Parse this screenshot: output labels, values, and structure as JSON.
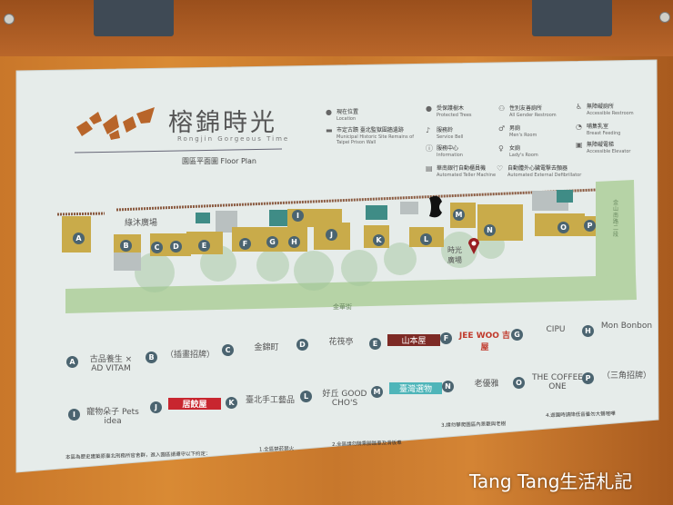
{
  "sign": {
    "title": "榕錦時光",
    "subtitle": "Rongjin Gorgeous Time",
    "floor_plan": "園區平面圖 Floor Plan",
    "legend": [
      {
        "icon": "location-pin-icon",
        "zh": "現在位置",
        "en": "Location"
      },
      {
        "icon": "wall-icon",
        "zh": "市定古蹟 臺北監獄圍牆遺跡",
        "en": "Municipal Historic Site Remains of Taipei Prison Wall"
      },
      {
        "icon": "tree-icon",
        "zh": "受保護樹木",
        "en": "Protected Trees"
      },
      {
        "icon": "bell-icon",
        "zh": "服務鈴",
        "en": "Service Bell"
      },
      {
        "icon": "info-icon",
        "zh": "服務中心",
        "en": "Information"
      },
      {
        "icon": "gender-restroom-icon",
        "zh": "性別友善廁所",
        "en": "All Gender Restroom"
      },
      {
        "icon": "men-icon",
        "zh": "男廁",
        "en": "Men's Room"
      },
      {
        "icon": "women-icon",
        "zh": "女廁",
        "en": "Lady's Room"
      },
      {
        "icon": "accessible-restroom-icon",
        "zh": "無障礙廁所",
        "en": "Accessible Restroom"
      },
      {
        "icon": "breastfeeding-icon",
        "zh": "哺集乳室",
        "en": "Breast Feeding"
      },
      {
        "icon": "elevator-icon",
        "zh": "無障礙電梯",
        "en": "Accessible Elevator"
      },
      {
        "icon": "atm-icon",
        "zh": "華南銀行自動櫃員機",
        "en": "Automated Teller Machine"
      },
      {
        "icon": "aed-icon",
        "zh": "自動體外心臟電擊去顫器",
        "en": "Automated External Defibrillator"
      }
    ],
    "map": {
      "plaza_west": "綠沐廣場",
      "plaza_time": "時光廣場",
      "street_south": "金華街",
      "street_east": "金山南路二段",
      "buildings": [
        "A",
        "B",
        "C",
        "D",
        "E",
        "F",
        "G",
        "H",
        "I",
        "J",
        "K",
        "L",
        "M",
        "N",
        "O",
        "P"
      ]
    },
    "shops": [
      {
        "letter": "A",
        "name": "古品養生 × AD VITAM"
      },
      {
        "letter": "B",
        "name": "（插畫招牌）"
      },
      {
        "letter": "C",
        "name": "金錦町"
      },
      {
        "letter": "D",
        "name": "花筏亭"
      },
      {
        "letter": "E",
        "name": "山本屋"
      },
      {
        "letter": "F",
        "name": "JEE WOO 吉屋"
      },
      {
        "letter": "G",
        "name": "CIPU"
      },
      {
        "letter": "H",
        "name": "Mon Bonbon"
      },
      {
        "letter": "I",
        "name": "寵物朵子 Pets idea"
      },
      {
        "letter": "J",
        "name": "居餃屋"
      },
      {
        "letter": "K",
        "name": "臺北手工藝品"
      },
      {
        "letter": "L",
        "name": "好丘 GOOD CHO'S"
      },
      {
        "letter": "M",
        "name": "臺灣選物"
      },
      {
        "letter": "N",
        "name": "老優雅"
      },
      {
        "letter": "O",
        "name": "THE COFFEE ONE"
      },
      {
        "letter": "P",
        "name": "（三角招牌）"
      }
    ],
    "rules_intro": "本區為歷史建築原臺北刑務所官舍群，進入園區請遵守以下約定：",
    "rules": [
      "1.全區禁菸禁火",
      "2.全區請勿騎乘腳踏車及滑板車",
      "3.請勿攀爬園區內景觀與老樹",
      "4.遊園時請降低音量勿大聲喧嘩"
    ]
  },
  "watermark": "Tang Tang生活札記",
  "colors": {
    "building": "#c9ab4a",
    "teal": "#3f8c86",
    "road": "#a9c99a",
    "wall": "#8a5a40",
    "pin": "#9a1d22",
    "wood": "#c9772a"
  }
}
